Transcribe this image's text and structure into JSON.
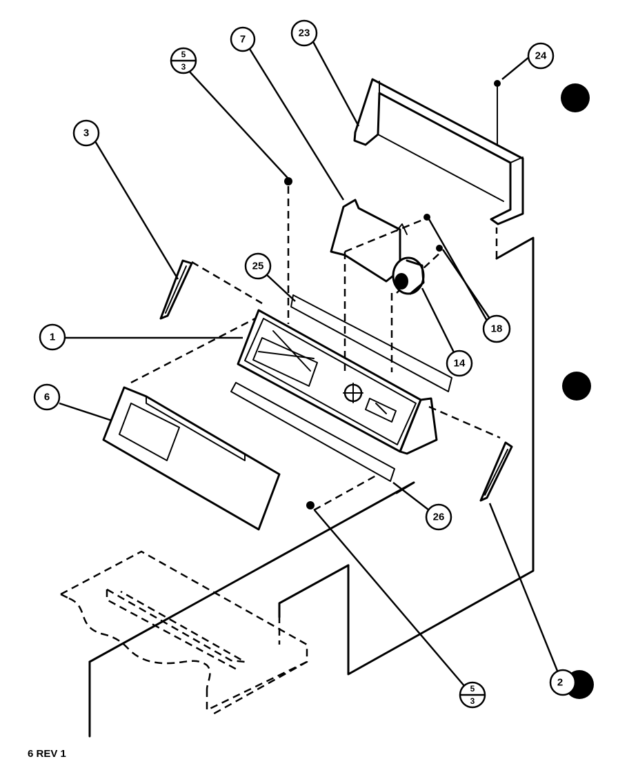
{
  "callouts": {
    "c1": "1",
    "c2": "2",
    "c3": "3",
    "c6": "6",
    "c7": "7",
    "c14": "14",
    "c18": "18",
    "c23": "23",
    "c24": "24",
    "c25": "25",
    "c26": "26",
    "c5a_top": "5",
    "c5a_bottom": "3",
    "c5b_top": "5",
    "c5b_bottom": "3"
  },
  "footer": {
    "revision": "6 REV 1"
  },
  "colors": {
    "ink": "#000000",
    "paper": "#ffffff"
  }
}
